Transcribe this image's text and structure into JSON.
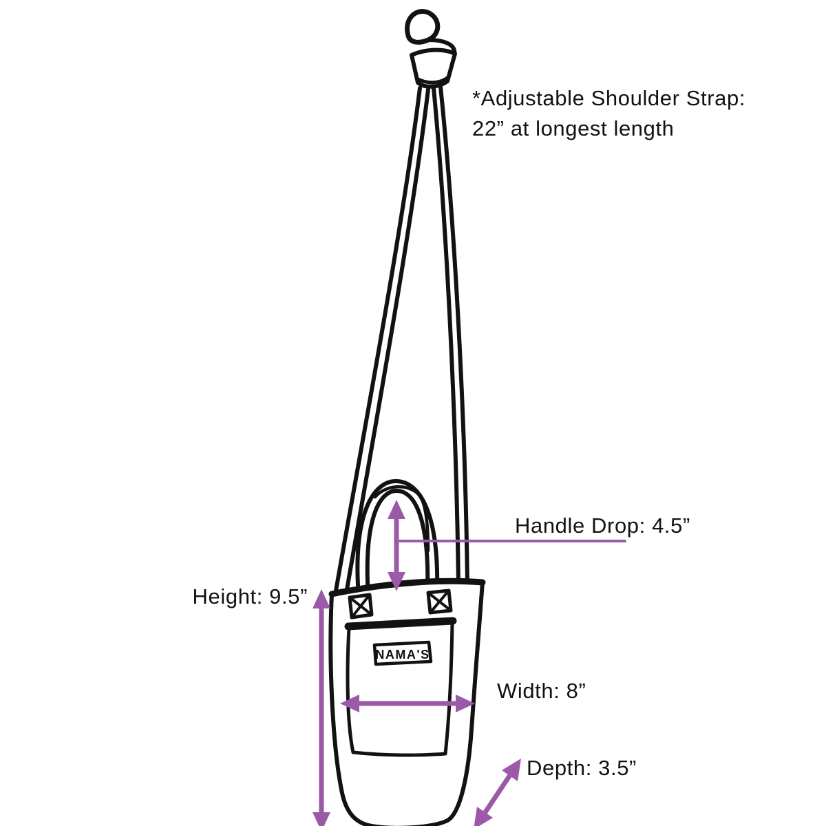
{
  "colors": {
    "accent": "#9C59A8",
    "ink": "#121212",
    "background": "#ffffff"
  },
  "annotations": {
    "strap_note_line1": "*Adjustable Shoulder Strap:",
    "strap_note_line2": "22” at longest length",
    "handle_drop": "Handle Drop: 4.5”",
    "height": "Height: 9.5”",
    "width": "Width: 8”",
    "depth": "Depth: 3.5”"
  },
  "measurements": {
    "shoulder_strap_longest": "22”",
    "handle_drop": "4.5”",
    "height": "9.5”",
    "width": "8”",
    "depth": "3.5”"
  },
  "bag": {
    "label": "NAMA'S"
  }
}
